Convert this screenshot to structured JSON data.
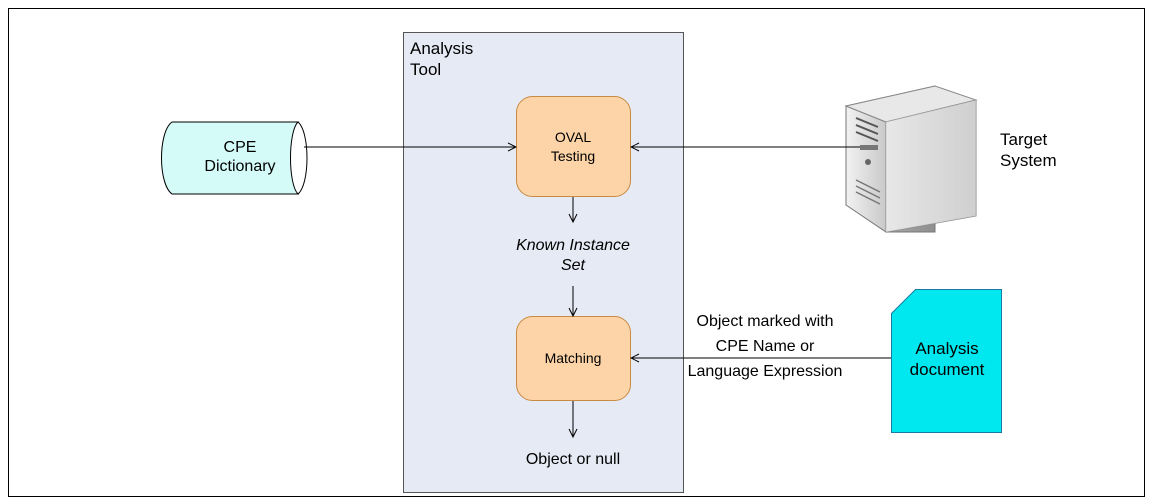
{
  "tool": {
    "title_line1": "Analysis",
    "title_line2": "Tool"
  },
  "dictionary": {
    "line1": "CPE",
    "line2": "Dictionary"
  },
  "oval": {
    "line1": "OVAL",
    "line2": "Testing"
  },
  "known_set": {
    "line1": "Known Instance",
    "line2": "Set"
  },
  "matching": {
    "label": "Matching"
  },
  "output": {
    "label": "Object or null"
  },
  "target": {
    "line1": "Target",
    "line2": "System",
    "icon": "server-tower-icon"
  },
  "edge_label": {
    "line1": "Object marked with",
    "line2": "CPE Name or",
    "line3": "Language Expression"
  },
  "document": {
    "line1": "Analysis",
    "line2": "document"
  },
  "colors": {
    "tool_fill": "#e6eaf4",
    "process_fill": "#fcd4a8",
    "process_stroke": "#c98a42",
    "dictionary_fill": "#d4fbf7",
    "document_fill": "#00e8ef",
    "document_stroke": "#1b79a2"
  }
}
